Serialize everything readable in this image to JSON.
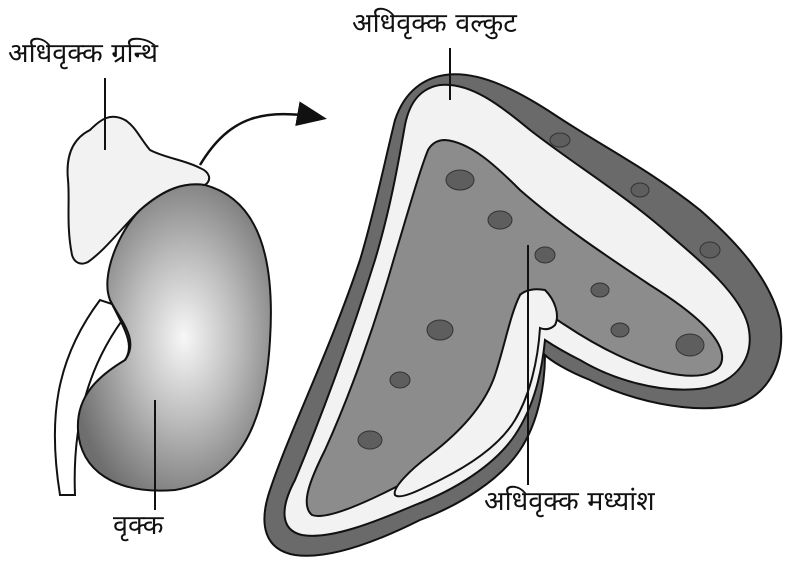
{
  "diagram": {
    "labels": {
      "adrenal_gland": "अधिवृक्क ग्रन्थि",
      "adrenal_cortex": "अधिवृक्क वल्कुट",
      "kidney": "वृक्क",
      "adrenal_medulla": "अधिवृक्क मध्यांश"
    },
    "colors": {
      "outline": "#111111",
      "cortex_fill": "#f2f2f2",
      "medulla_fill": "#8c8c8c",
      "capsule_fill": "#6a6a6a",
      "kidney_light": "#f5f5f5",
      "kidney_dark": "#6e6e6e"
    }
  }
}
